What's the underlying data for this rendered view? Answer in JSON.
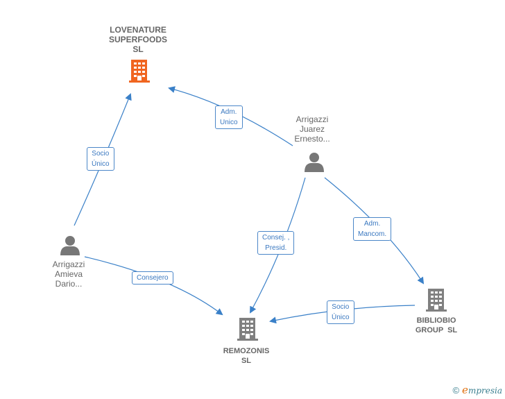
{
  "colors": {
    "edge": "#3a80c8",
    "company_highlight": "#f06520",
    "company": "#808080",
    "person": "#777777"
  },
  "nodes": {
    "lovenature": {
      "lines": [
        "LOVENATURE",
        "SUPERFOODS",
        "SL"
      ],
      "type": "company",
      "icon": "building-icon"
    },
    "arrigazzi_juarez": {
      "lines": [
        "Arrigazzi",
        "Juarez",
        "Ernesto..."
      ],
      "type": "person",
      "icon": "person-icon"
    },
    "arrigazzi_amieva": {
      "lines": [
        "Arrigazzi",
        "Amieva",
        "Dario..."
      ],
      "type": "person",
      "icon": "person-icon"
    },
    "remozonis": {
      "lines": [
        "REMOZONIS",
        "SL"
      ],
      "type": "company",
      "icon": "building-icon"
    },
    "bibliobio": {
      "lines": [
        "BIBLIOBIO",
        "GROUP  SL"
      ],
      "type": "company",
      "icon": "building-icon"
    }
  },
  "edges": {
    "adm_unico": {
      "lines": [
        "Adm.",
        "Unico"
      ]
    },
    "socio_unico_1": {
      "lines": [
        "Socio",
        "Único"
      ]
    },
    "consej_presid": {
      "lines": [
        "Consej. ,",
        "Presid."
      ]
    },
    "adm_mancom": {
      "lines": [
        "Adm.",
        "Mancom."
      ]
    },
    "consejero": {
      "lines": [
        "Consejero"
      ]
    },
    "socio_unico_2": {
      "lines": [
        "Socio",
        "Único"
      ]
    }
  },
  "brand": {
    "copyright": "©",
    "initial": "e",
    "rest": "mpresia"
  }
}
